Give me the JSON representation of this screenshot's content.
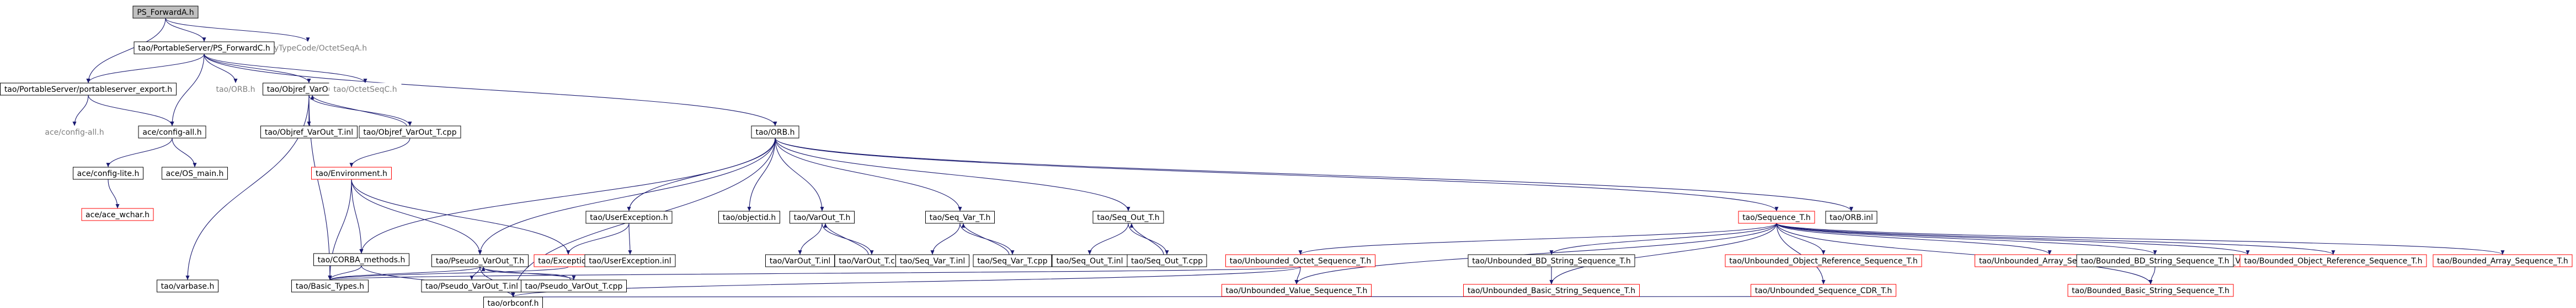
{
  "graph_title": "PS_ForwardA.h",
  "colors": {
    "edge": "#191970",
    "node_border_black": "#000000",
    "node_border_red": "#ff0000",
    "root_fill": "#bfbfbf",
    "node_fill": "#ffffff",
    "leaf_text": "#7f7f7f",
    "text": "#000000"
  },
  "nodes": [
    {
      "id": "root",
      "label": "PS_ForwardA.h",
      "style": "root"
    },
    {
      "id": "anytype_octetseq",
      "label": "tao/AnyTypeCode/OctetSeqA.h",
      "style": "leaf"
    },
    {
      "id": "ps_forwardc",
      "label": "tao/PortableServer/PS_ForwardC.h",
      "style": "normal"
    },
    {
      "id": "ps_export",
      "label": "tao/PortableServer/portableserver_export.h",
      "style": "normal"
    },
    {
      "id": "tao_orb_h",
      "label": "tao/ORB.h",
      "style": "leaf"
    },
    {
      "id": "objref_varout",
      "label": "tao/Objref_VarOut_T.h",
      "style": "normal"
    },
    {
      "id": "octetseqc",
      "label": "tao/OctetSeqC.h",
      "style": "leaf"
    },
    {
      "id": "ace_config_all",
      "label": "ace/config-all.h",
      "style": "leaf"
    },
    {
      "id": "ace_config_all2",
      "label": "ace/config-all.h",
      "style": "normal"
    },
    {
      "id": "objref_varout_inl",
      "label": "tao/Objref_VarOut_T.inl",
      "style": "normal"
    },
    {
      "id": "objref_varout_cpp",
      "label": "tao/Objref_VarOut_T.cpp",
      "style": "normal"
    },
    {
      "id": "ace_config_lite",
      "label": "ace/config-lite.h",
      "style": "normal"
    },
    {
      "id": "ace_os_main",
      "label": "ace/OS_main.h",
      "style": "normal"
    },
    {
      "id": "ace_wchar",
      "label": "ace/ace_wchar.h",
      "style": "red"
    },
    {
      "id": "environment",
      "label": "tao/Environment.h",
      "style": "red"
    },
    {
      "id": "tao_orb",
      "label": "tao/ORB.h",
      "style": "normal"
    },
    {
      "id": "corba_methods",
      "label": "tao/CORBA_methods.h",
      "style": "normal"
    },
    {
      "id": "exception",
      "label": "tao/Exception.h",
      "style": "red"
    },
    {
      "id": "pseudo_varout",
      "label": "tao/Pseudo_VarOut_T.h",
      "style": "normal"
    },
    {
      "id": "user_exception",
      "label": "tao/UserException.h",
      "style": "normal"
    },
    {
      "id": "objectid",
      "label": "tao/objectid.h",
      "style": "normal"
    },
    {
      "id": "varout_h",
      "label": "tao/VarOut_T.h",
      "style": "normal"
    },
    {
      "id": "seq_var_h",
      "label": "tao/Seq_Var_T.h",
      "style": "normal"
    },
    {
      "id": "seq_out_h",
      "label": "tao/Seq_Out_T.h",
      "style": "normal"
    },
    {
      "id": "sequence_t",
      "label": "tao/Sequence_T.h",
      "style": "red"
    },
    {
      "id": "orb_inl",
      "label": "tao/ORB.inl",
      "style": "normal"
    },
    {
      "id": "user_exception_inl",
      "label": "tao/UserException.inl",
      "style": "normal"
    },
    {
      "id": "varout_inl",
      "label": "tao/VarOut_T.inl",
      "style": "normal"
    },
    {
      "id": "varout_cpp",
      "label": "tao/VarOut_T.cpp",
      "style": "normal"
    },
    {
      "id": "seq_var_inl",
      "label": "tao/Seq_Var_T.inl",
      "style": "normal"
    },
    {
      "id": "seq_var_cpp",
      "label": "tao/Seq_Var_T.cpp",
      "style": "normal"
    },
    {
      "id": "seq_out_inl",
      "label": "tao/Seq_Out_T.inl",
      "style": "normal"
    },
    {
      "id": "seq_out_cpp",
      "label": "tao/Seq_Out_T.cpp",
      "style": "normal"
    },
    {
      "id": "unb_octet",
      "label": "tao/Unbounded_Octet_Sequence_T.h",
      "style": "red"
    },
    {
      "id": "unb_bd_string",
      "label": "tao/Unbounded_BD_String_Sequence_T.h",
      "style": "normal"
    },
    {
      "id": "unb_objref",
      "label": "tao/Unbounded_Object_Reference_Sequence_T.h",
      "style": "red"
    },
    {
      "id": "unb_array",
      "label": "tao/Unbounded_Array_Sequence_T.h",
      "style": "red"
    },
    {
      "id": "bnd_value",
      "label": "tao/Bounded_Value_Sequence_T.h",
      "style": "red"
    },
    {
      "id": "bnd_bd_string",
      "label": "tao/Bounded_BD_String_Sequence_T.h",
      "style": "normal"
    },
    {
      "id": "bnd_objref",
      "label": "tao/Bounded_Object_Reference_Sequence_T.h",
      "style": "red"
    },
    {
      "id": "bnd_array",
      "label": "tao/Bounded_Array_Sequence_T.h",
      "style": "red"
    },
    {
      "id": "varsize",
      "label": "tao/varbase.h",
      "style": "normal"
    },
    {
      "id": "basic_types",
      "label": "tao/Basic_Types.h",
      "style": "normal"
    },
    {
      "id": "pseudo_varout_inl",
      "label": "tao/Pseudo_VarOut_T.inl",
      "style": "normal"
    },
    {
      "id": "pseudo_varout_cpp",
      "label": "tao/Pseudo_VarOut_T.cpp",
      "style": "normal"
    },
    {
      "id": "unb_value",
      "label": "tao/Unbounded_Value_Sequence_T.h",
      "style": "red"
    },
    {
      "id": "unb_basic_string",
      "label": "tao/Unbounded_Basic_String_Sequence_T.h",
      "style": "red"
    },
    {
      "id": "unb_cdr",
      "label": "tao/Unbounded_Sequence_CDR_T.h",
      "style": "red"
    },
    {
      "id": "bnd_basic_string",
      "label": "tao/Bounded_Basic_String_Sequence_T.h",
      "style": "red"
    },
    {
      "id": "orbconf",
      "label": "tao/orbconf.h",
      "style": "normal"
    }
  ],
  "edges": [
    [
      "root",
      "ps_forwardc"
    ],
    [
      "root",
      "anytype_octetseq"
    ],
    [
      "root",
      "ps_export"
    ],
    [
      "ps_forwardc",
      "ps_export"
    ],
    [
      "ps_forwardc",
      "tao_orb_h"
    ],
    [
      "ps_forwardc",
      "objref_varout"
    ],
    [
      "ps_forwardc",
      "octetseqc"
    ],
    [
      "ps_forwardc",
      "ace_config_all2"
    ],
    [
      "ps_forwardc",
      "tao_orb"
    ],
    [
      "ps_export",
      "ace_config_all"
    ],
    [
      "ps_export",
      "ace_config_all2"
    ],
    [
      "ace_config_all2",
      "ace_config_lite"
    ],
    [
      "ace_config_all2",
      "ace_os_main"
    ],
    [
      "ace_config_lite",
      "ace_wchar"
    ],
    [
      "objref_varout",
      "objref_varout_inl"
    ],
    [
      "objref_varout",
      "objref_varout_cpp"
    ],
    [
      "objref_varout",
      "basic_types"
    ],
    [
      "objref_varout",
      "varsize"
    ],
    [
      "objref_varout_cpp",
      "objref_varout"
    ],
    [
      "objref_varout_cpp",
      "environment"
    ],
    [
      "environment",
      "corba_methods"
    ],
    [
      "environment",
      "pseudo_varout"
    ],
    [
      "environment",
      "exception"
    ],
    [
      "environment",
      "basic_types"
    ],
    [
      "tao_orb",
      "corba_methods"
    ],
    [
      "tao_orb",
      "pseudo_varout"
    ],
    [
      "tao_orb",
      "user_exception"
    ],
    [
      "tao_orb",
      "objectid"
    ],
    [
      "tao_orb",
      "varout_h"
    ],
    [
      "tao_orb",
      "seq_var_h"
    ],
    [
      "tao_orb",
      "seq_out_h"
    ],
    [
      "tao_orb",
      "sequence_t"
    ],
    [
      "tao_orb",
      "orb_inl"
    ],
    [
      "tao_orb",
      "orbconf"
    ],
    [
      "user_exception",
      "exception"
    ],
    [
      "user_exception",
      "user_exception_inl"
    ],
    [
      "exception",
      "basic_types"
    ],
    [
      "corba_methods",
      "basic_types"
    ],
    [
      "corba_methods",
      "orbconf"
    ],
    [
      "pseudo_varout",
      "basic_types"
    ],
    [
      "pseudo_varout",
      "pseudo_varout_inl"
    ],
    [
      "pseudo_varout",
      "pseudo_varout_cpp"
    ],
    [
      "pseudo_varout",
      "orbconf"
    ],
    [
      "pseudo_varout_cpp",
      "pseudo_varout"
    ],
    [
      "varout_h",
      "varout_inl"
    ],
    [
      "varout_h",
      "varout_cpp"
    ],
    [
      "varout_cpp",
      "varout_h"
    ],
    [
      "seq_var_h",
      "seq_var_inl"
    ],
    [
      "seq_var_h",
      "seq_var_cpp"
    ],
    [
      "seq_var_cpp",
      "seq_var_h"
    ],
    [
      "seq_out_h",
      "seq_out_inl"
    ],
    [
      "seq_out_h",
      "seq_out_cpp"
    ],
    [
      "seq_out_cpp",
      "seq_out_h"
    ],
    [
      "sequence_t",
      "unb_octet"
    ],
    [
      "sequence_t",
      "unb_bd_string"
    ],
    [
      "sequence_t",
      "unb_objref"
    ],
    [
      "sequence_t",
      "unb_array"
    ],
    [
      "sequence_t",
      "bnd_value"
    ],
    [
      "sequence_t",
      "bnd_bd_string"
    ],
    [
      "sequence_t",
      "bnd_objref"
    ],
    [
      "sequence_t",
      "bnd_array"
    ],
    [
      "sequence_t",
      "unb_value"
    ],
    [
      "sequence_t",
      "unb_basic_string"
    ],
    [
      "sequence_t",
      "unb_cdr"
    ],
    [
      "sequence_t",
      "bnd_basic_string"
    ],
    [
      "unb_octet",
      "basic_types"
    ],
    [
      "unb_octet",
      "unb_value"
    ],
    [
      "unb_octet",
      "orbconf"
    ],
    [
      "unb_bd_string",
      "unb_basic_string"
    ],
    [
      "bnd_bd_string",
      "bnd_basic_string"
    ],
    [
      "unb_cdr",
      "orbconf"
    ]
  ]
}
